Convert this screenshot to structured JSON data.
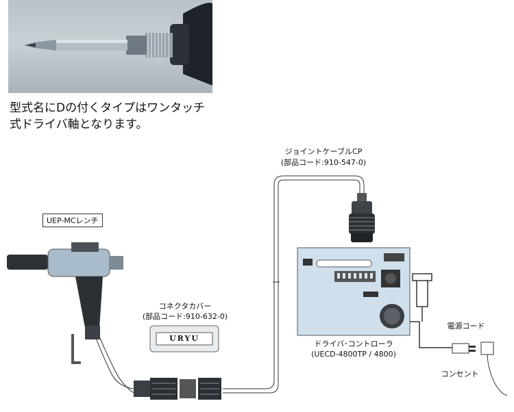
{
  "caption": {
    "line1": "型式名にDの付くタイプはワンタッチ",
    "line2": "式ドライバ軸となります。"
  },
  "labels": {
    "joint_cable_name": "ジョイントケーブルCP",
    "joint_cable_code": "(部品コード:910-547-0)",
    "wrench_name": "UEP-MCレンチ",
    "connector_cover_name": "コネクタカバー",
    "connector_cover_code": "(部品コード:910-632-0)",
    "cover_logo": "URYU",
    "controller_name": "ドライバ･コントローラ",
    "controller_model": "(UECD-4800TP / 4800)",
    "power_cord": "電源コード",
    "outlet": "コンセント"
  },
  "colors": {
    "panel": "#cfe0ec",
    "tool_body": "#a9bccb",
    "dark": "#1f2327"
  }
}
